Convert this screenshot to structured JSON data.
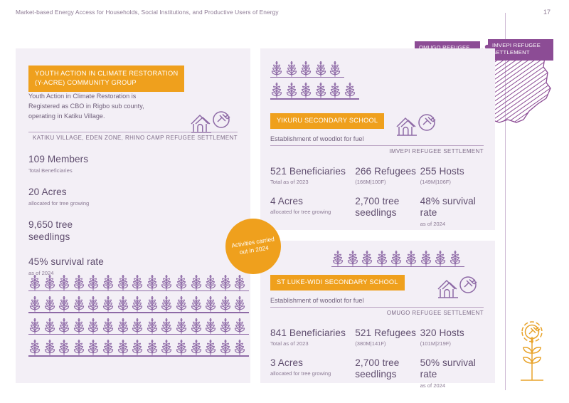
{
  "document": {
    "header_title": "Market-based Energy Access for Households, Social Institutions, and Productive Users of Energy",
    "page_number": "17"
  },
  "colors": {
    "orange": "#efa01d",
    "purple": "#8c4c95",
    "icon_purple": "#8e6aa6",
    "panel_bg": "#f3eff6",
    "text_purple": "#6f5f7a"
  },
  "badge": {
    "text": "Activities carried\nout in 2024"
  },
  "map": {
    "name": "west-nile-uganda-map",
    "labels": [
      {
        "id": "omugo",
        "text": "OMUGO REFUGEE\nSETTLEMENT"
      },
      {
        "id": "imvepi",
        "text": "IMVEPI REFUGEE\nSETTLEMENT"
      },
      {
        "id": "rhino",
        "text": "RHINO CAMP REFUGEE\nSETTLEMENT"
      }
    ]
  },
  "panels": {
    "left": {
      "chip": "YOUTH ACTION IN CLIMATE RESTORATION\n(Y-ACRE) COMMUNITY GROUP",
      "description": "Youth Action in Climate Restoration is\nRegistered as CBO in Rigbo sub county,\noperating in Katiku Village.",
      "location": "KATIKU VILLAGE, EDEN ZONE, RHINO CAMP REFUGEE SETTLEMENT",
      "icon": "house-plug-icon",
      "stats": [
        {
          "value": "109 Members",
          "sub": "Total Beneficiaries"
        },
        {
          "value": "20 Acres",
          "sub": "allocated for tree growing"
        },
        {
          "value": "9,650 tree\nseedlings",
          "sub": ""
        },
        {
          "value": "45% survival rate",
          "sub": "as of 2024"
        }
      ],
      "tree_rows": [
        15,
        15,
        15,
        15
      ]
    },
    "mid": {
      "chip": "YIKURU SECONDARY SCHOOL",
      "subtitle": "Establishment of woodlot for fuel",
      "location": "IMVEPI REFUGEE SETTLEMENT",
      "icon": "house-plug-icon",
      "tree_rows": [
        5,
        6
      ],
      "stats_row1": [
        {
          "value": "521 Beneficiaries",
          "sub": "Total as of 2023"
        },
        {
          "value": "266 Refugees",
          "sub": "(166M|100F)"
        },
        {
          "value": "255 Hosts",
          "sub": "(149M|106F)"
        }
      ],
      "stats_row2": [
        {
          "value": "4 Acres",
          "sub": "allocated for tree growing"
        },
        {
          "value": "2,700 tree\nseedlings",
          "sub": ""
        },
        {
          "value": "48% survival rate",
          "sub": "as of 2024"
        }
      ]
    },
    "bottom": {
      "chip": "ST LUKE-WIDI SECONDARY SCHOOL",
      "subtitle": "Establishment of woodlot for fuel",
      "location": "OMUGO REFUGEE SETTLEMENT",
      "icon": "house-plug-icon",
      "tree_rows": [
        9
      ],
      "stats_row1": [
        {
          "value": "841 Beneficiaries",
          "sub": "Total as of 2023"
        },
        {
          "value": "521 Refugees",
          "sub": "(380M|141F)"
        },
        {
          "value": "320 Hosts",
          "sub": "(101M|219F)"
        }
      ],
      "stats_row2": [
        {
          "value": "3 Acres",
          "sub": "allocated for tree growing"
        },
        {
          "value": "2,700 tree\nseedlings",
          "sub": ""
        },
        {
          "value": "50% survival rate",
          "sub": "as of 2024"
        }
      ]
    }
  },
  "emblem": {
    "name": "flower-gear-plug-emblem"
  }
}
